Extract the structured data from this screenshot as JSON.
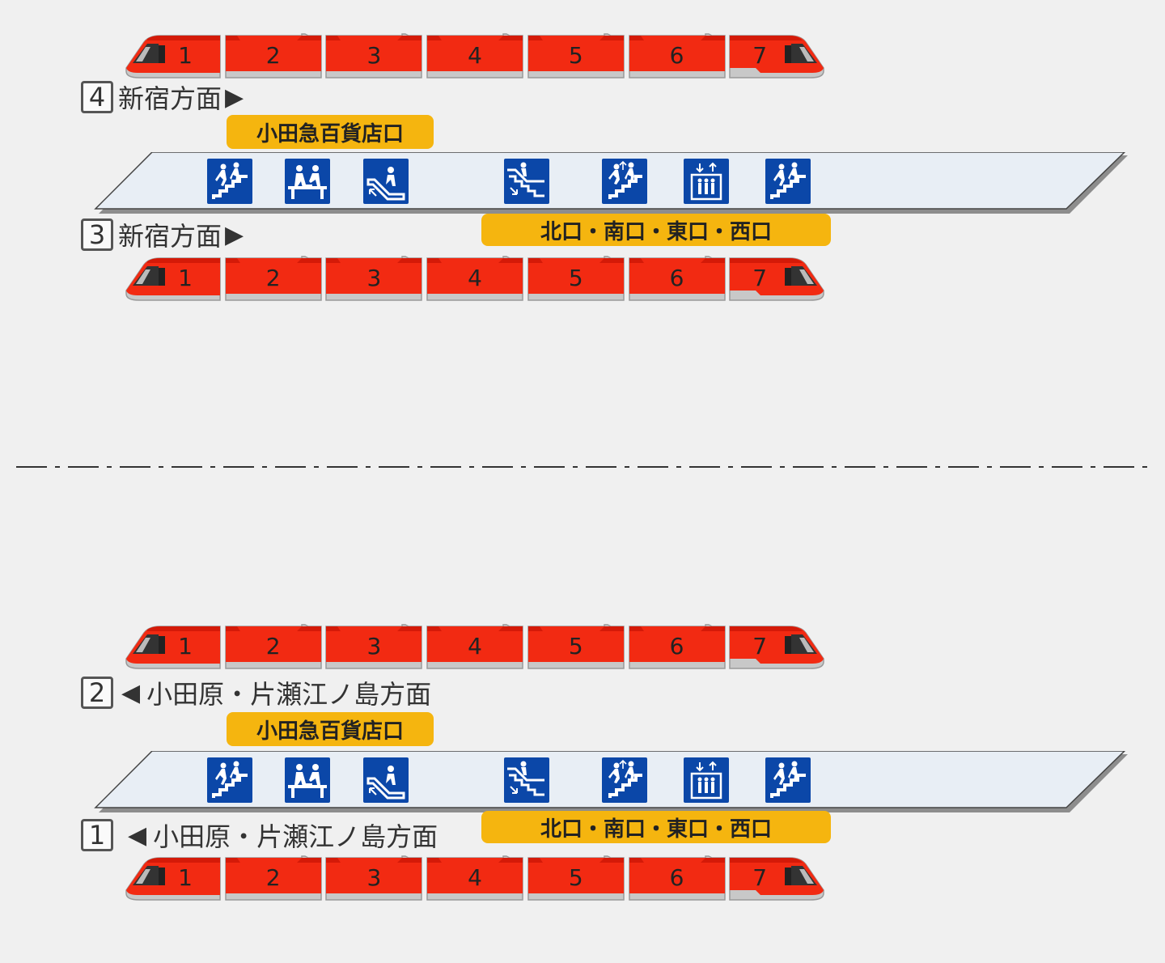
{
  "colors": {
    "car_red": "#f22a12",
    "car_roof": "#d41a08",
    "car_gray": "#c8c8c8",
    "platform_fill": "#e8eef5",
    "icon_blue": "#0b47a8",
    "exit_yellow": "#f5b50f"
  },
  "cars": [
    "1",
    "2",
    "3",
    "4",
    "5",
    "6",
    "7"
  ],
  "facilities": [
    {
      "name": "stairs-up-icon"
    },
    {
      "name": "waiting-bench-icon"
    },
    {
      "name": "escalator-down-icon"
    },
    {
      "name": "escalator-stairs-icon"
    },
    {
      "name": "stairs-two-way-icon"
    },
    {
      "name": "elevator-icon"
    },
    {
      "name": "stairs-up-icon"
    }
  ],
  "upper_platform": {
    "top_track": {
      "number": "4",
      "destination": "新宿方面",
      "arrow": "▶"
    },
    "bottom_track": {
      "number": "3",
      "destination": "新宿方面",
      "arrow": "▶"
    },
    "exit_top": "小田急百貨店口",
    "exit_bottom": "北口・南口・東口・西口"
  },
  "lower_platform": {
    "top_track": {
      "number": "2",
      "destination": "小田原・片瀬江ノ島方面",
      "arrow": "◀"
    },
    "bottom_track": {
      "number": "1",
      "destination": "小田原・片瀬江ノ島方面",
      "arrow": "◀"
    },
    "exit_top": "小田急百貨店口",
    "exit_bottom": "北口・南口・東口・西口"
  }
}
